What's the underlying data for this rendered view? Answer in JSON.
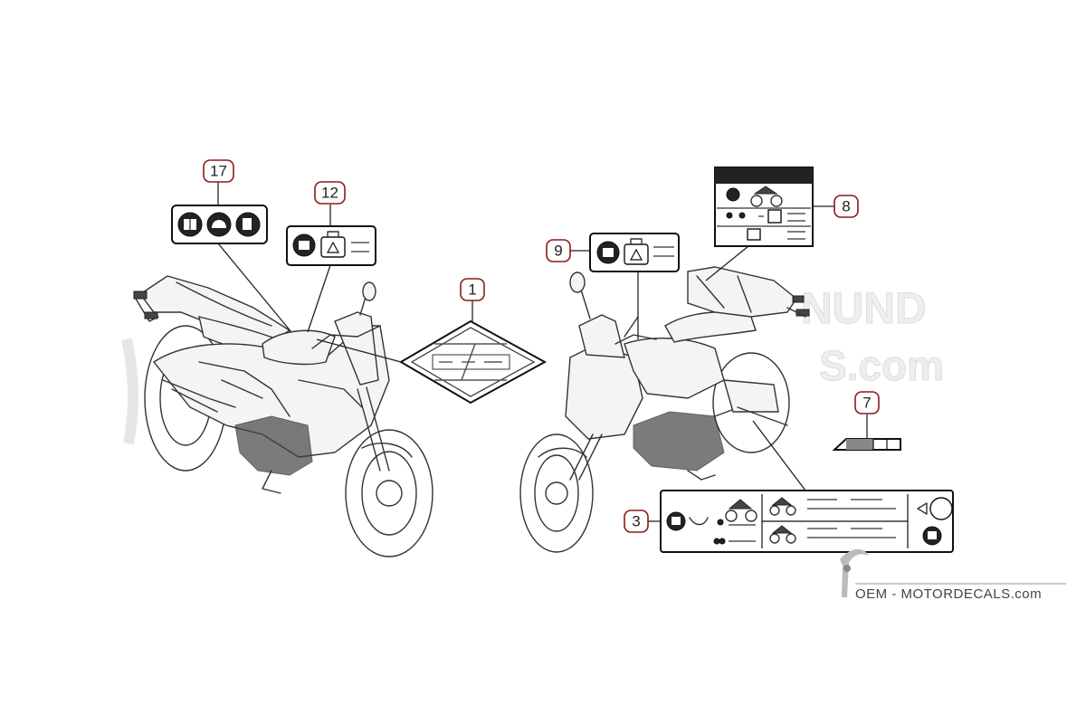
{
  "diagram": {
    "callouts": [
      {
        "id": "c17",
        "number": "17"
      },
      {
        "id": "c12",
        "number": "12"
      },
      {
        "id": "c1",
        "number": "1"
      },
      {
        "id": "c9",
        "number": "9"
      },
      {
        "id": "c8",
        "number": "8"
      },
      {
        "id": "c7",
        "number": "7"
      },
      {
        "id": "c3",
        "number": "3"
      }
    ],
    "watermark": {
      "fragment_top": "NUND",
      "fragment_domain": "S.com"
    },
    "brand": {
      "text": "OEM - MOTORDECALS.com"
    },
    "colors": {
      "callout_border": "#8b1a1a",
      "line_art": "#333333",
      "watermark": "#dddddd"
    }
  }
}
